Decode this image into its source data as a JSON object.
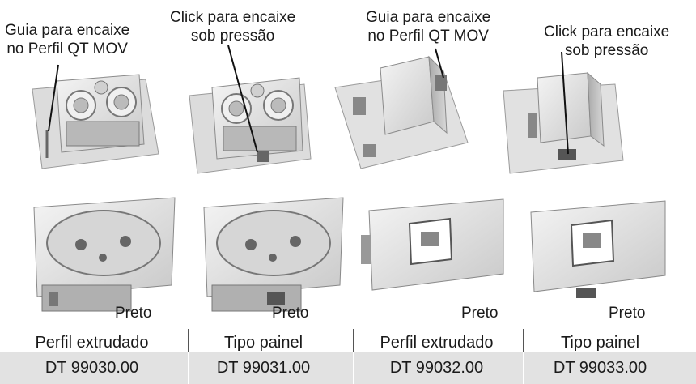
{
  "callouts": [
    {
      "line1": "Guia para encaixe",
      "line2": "no Perfil QT MOV"
    },
    {
      "line1": "Click para encaixe",
      "line2": "sob pressão"
    },
    {
      "line1": "Guia para encaixe",
      "line2": "no Perfil QT MOV"
    },
    {
      "line1": "Click para encaixe",
      "line2": "sob pressão"
    }
  ],
  "colors": [
    "Preto",
    "Preto",
    "Preto",
    "Preto"
  ],
  "types": [
    "Perfil extrudado",
    "Tipo painel",
    "Perfil extrudado",
    "Tipo painel"
  ],
  "codes": [
    "DT 99030.00",
    "DT 99031.00",
    "DT 99032.00",
    "DT 99033.00"
  ],
  "palette": {
    "part_light": "#e9e9e9",
    "part_mid": "#c8c8c8",
    "part_dark": "#8e8e8e",
    "code_band": "#e2e2e2"
  }
}
